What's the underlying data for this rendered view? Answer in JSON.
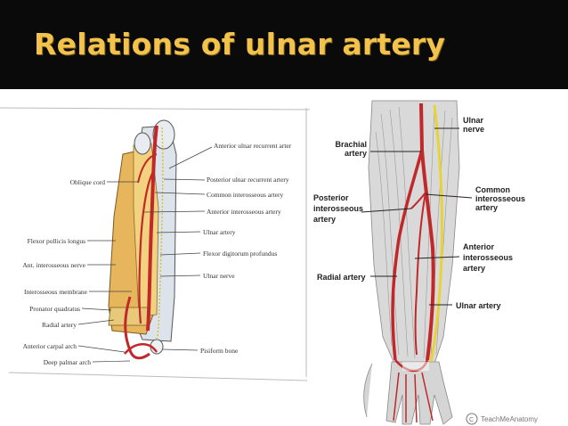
{
  "title": "Relations of ulnar artery",
  "left_diagram": {
    "labels_right": [
      "Anterior ulnar recurrent arter",
      "Posterior ulnar recurrent artery",
      "Common interosseous artery",
      "Anterior interosseous artery",
      "Ulnar artery",
      "Flexor digitorum profundus",
      "Ulnar nerve",
      "Pisiform bone"
    ],
    "labels_left": [
      "Oblique cord",
      "Flexor pollicis longus",
      "Ant. interosseous nerve",
      "Interosseous membrane",
      "Pronator quadratus",
      "Radial artery",
      "Anterior carpal arch",
      "Deep palmar arch"
    ]
  },
  "right_diagram": {
    "ulnar_nerve": [
      "Ulnar",
      "nerve"
    ],
    "brachial_artery": [
      "Brachial",
      "artery"
    ],
    "common_interosseous": [
      "Common",
      "interosseous",
      "artery"
    ],
    "posterior_interosseous": [
      "Posterior",
      "interosseous",
      "artery"
    ],
    "anterior_interosseous": [
      "Anterior",
      "interosseous",
      "artery"
    ],
    "radial_artery": "Radial artery",
    "ulnar_artery": "Ulnar artery",
    "copyright": "TeachMeAnatomy"
  },
  "colors": {
    "title": "#f3c24a",
    "artery": "#c0282a",
    "nerve": "#e8d23a",
    "bone": "#eef1f4",
    "muscle": "#e3b95c"
  }
}
